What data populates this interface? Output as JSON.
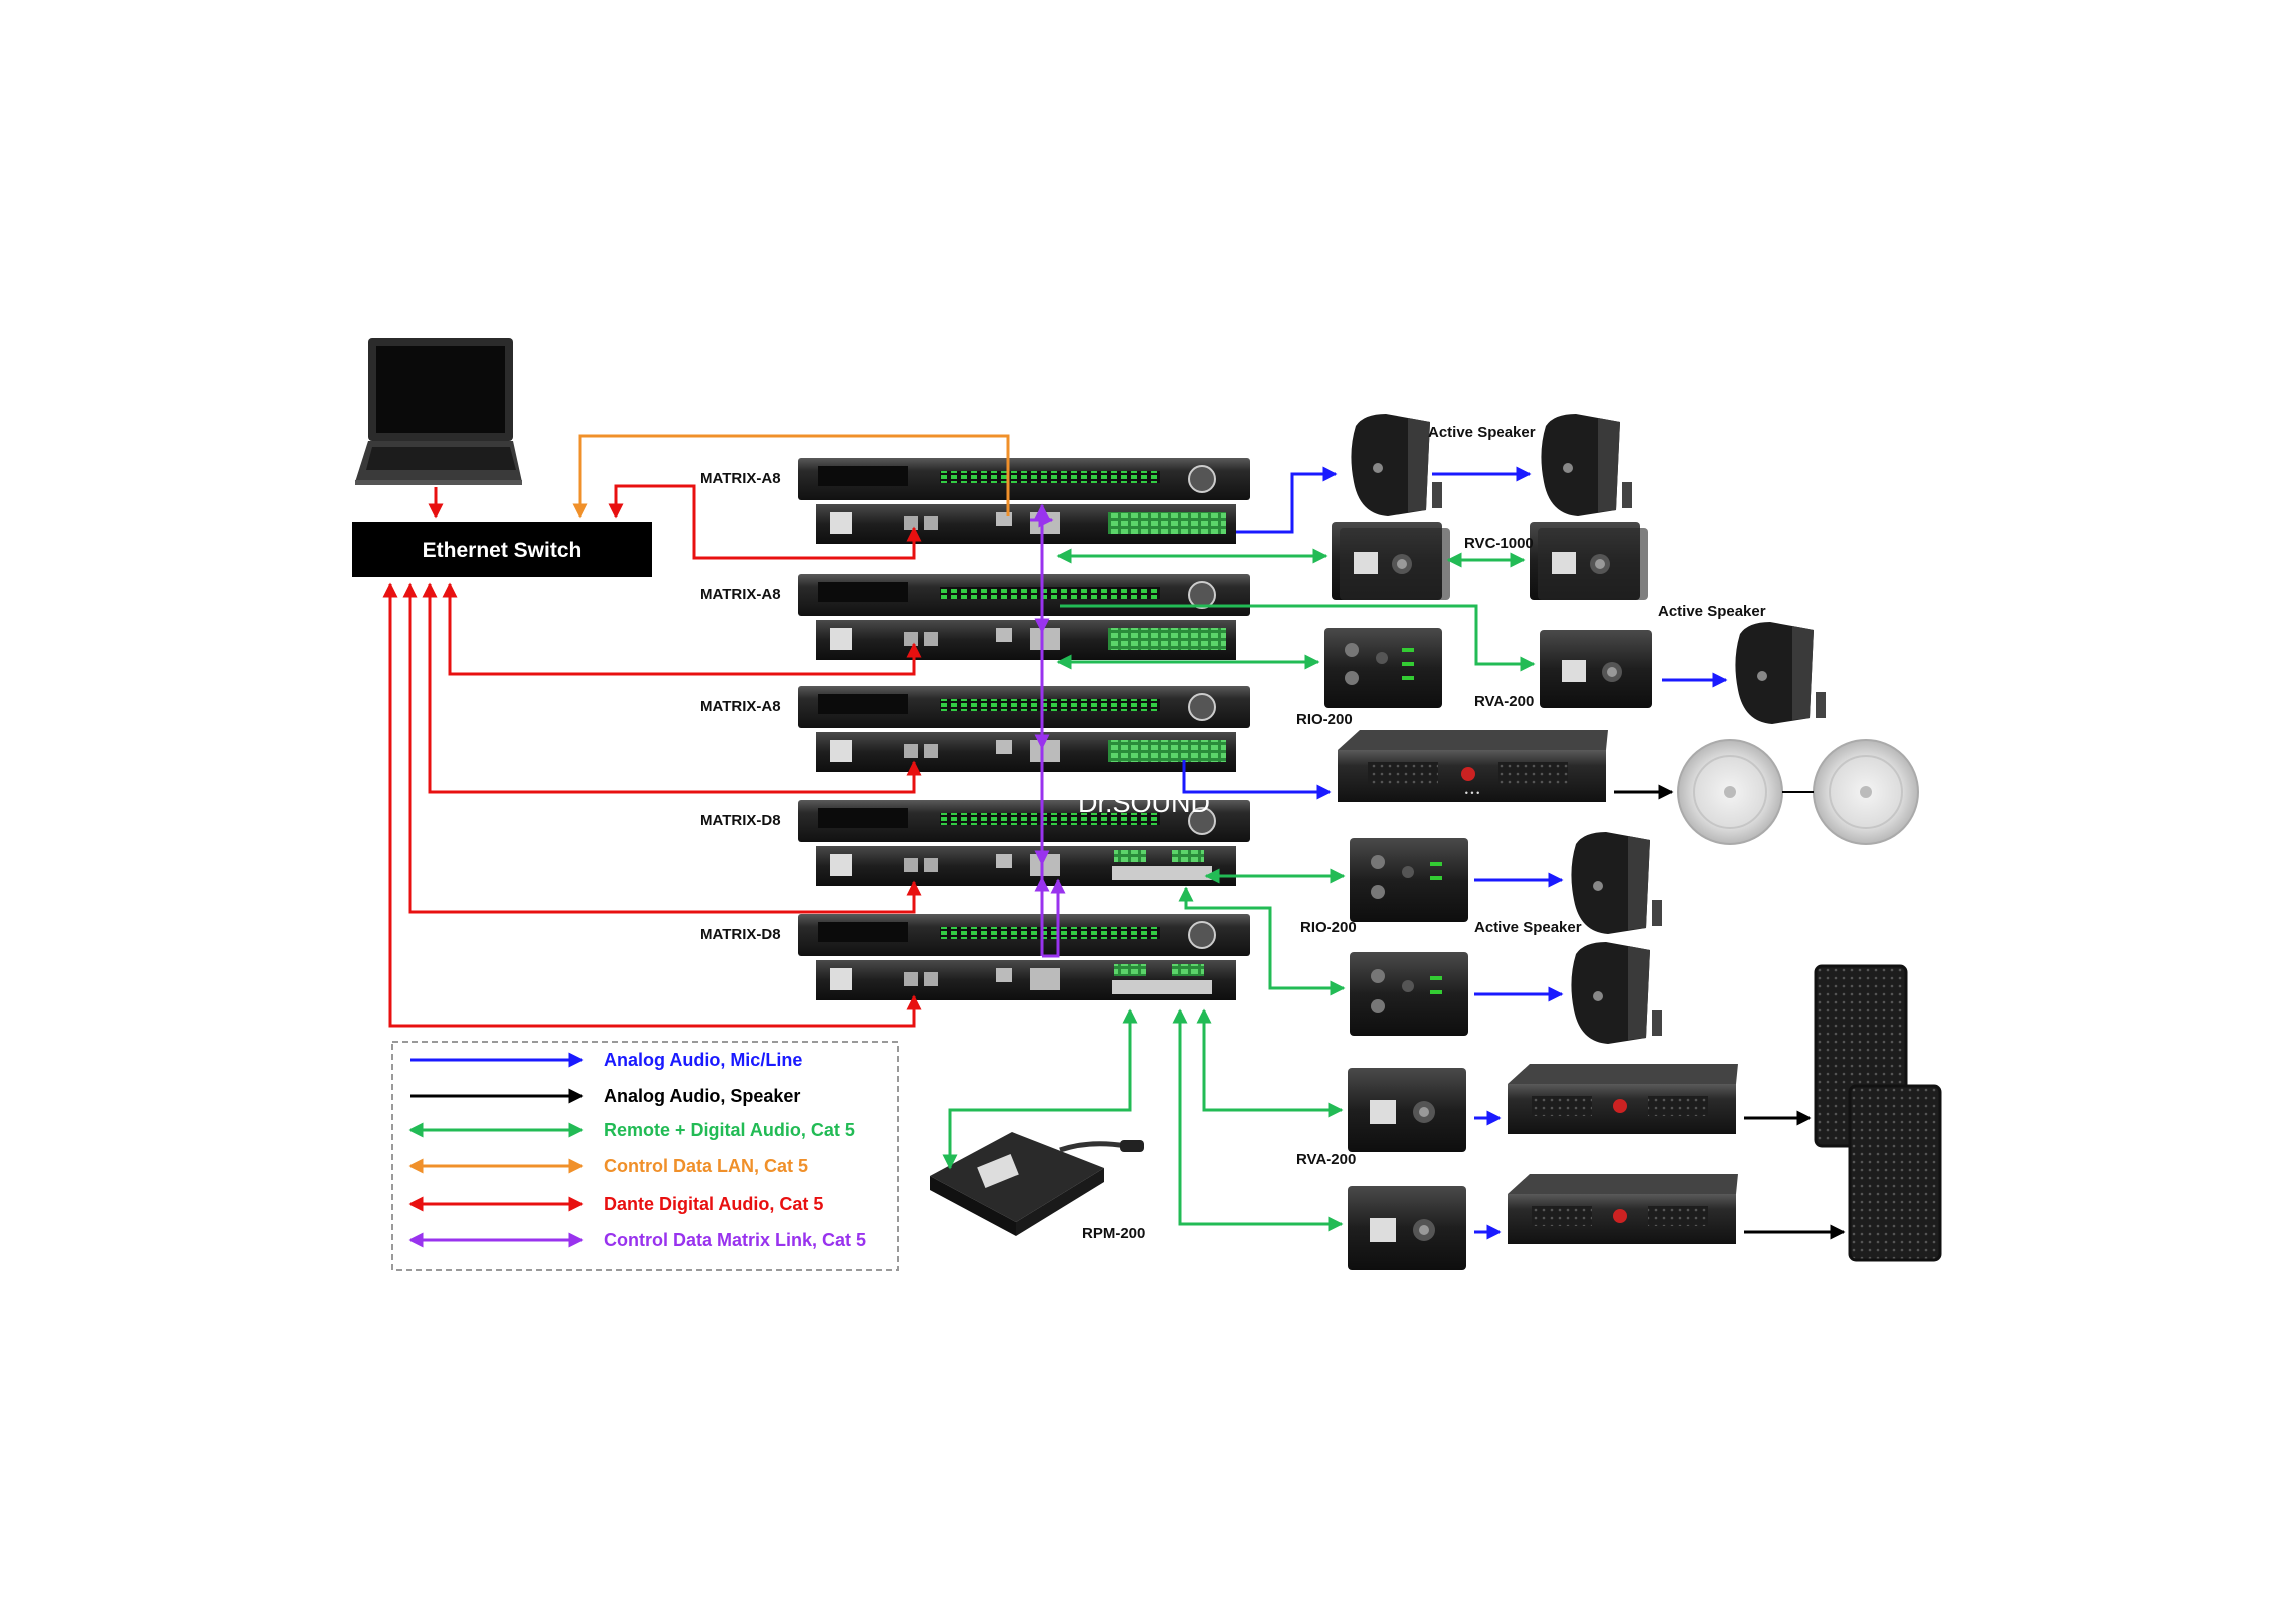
{
  "switch": {
    "label": "Ethernet Switch"
  },
  "matrices": [
    {
      "label": "MATRIX-A8"
    },
    {
      "label": "MATRIX-A8"
    },
    {
      "label": "MATRIX-A8"
    },
    {
      "label": "MATRIX-D8"
    },
    {
      "label": "MATRIX-D8"
    }
  ],
  "devices": {
    "active_speaker_1": "Active Speaker",
    "rvc": "RVC-1000",
    "active_speaker_2": "Active Speaker",
    "rio_1": "RIO-200",
    "rva_1": "RVA-200",
    "rio_2": "RIO-200",
    "active_speaker_3": "Active Speaker",
    "rva_2": "RVA-200",
    "rpm": "RPM-200"
  },
  "watermark": "Dr.SOUND",
  "legend": [
    {
      "label": "Analog Audio, Mic/Line",
      "color": "#1a1aff",
      "bidirectional": false
    },
    {
      "label": "Analog Audio, Speaker",
      "color": "#000000",
      "bidirectional": false
    },
    {
      "label": "Remote + Digital Audio, Cat 5",
      "color": "#22bb55",
      "bidirectional": true
    },
    {
      "label": "Control Data LAN, Cat 5",
      "color": "#f0902a",
      "bidirectional": true
    },
    {
      "label": "Dante Digital Audio, Cat 5",
      "color": "#e81010",
      "bidirectional": true
    },
    {
      "label": "Control Data Matrix Link, Cat 5",
      "color": "#9933ee",
      "bidirectional": true
    }
  ],
  "colors": {
    "analog_mic": "#1a1aff",
    "speaker": "#000000",
    "remote": "#22bb55",
    "lan": "#f0902a",
    "dante": "#e81010",
    "matrix_link": "#9933ee"
  }
}
